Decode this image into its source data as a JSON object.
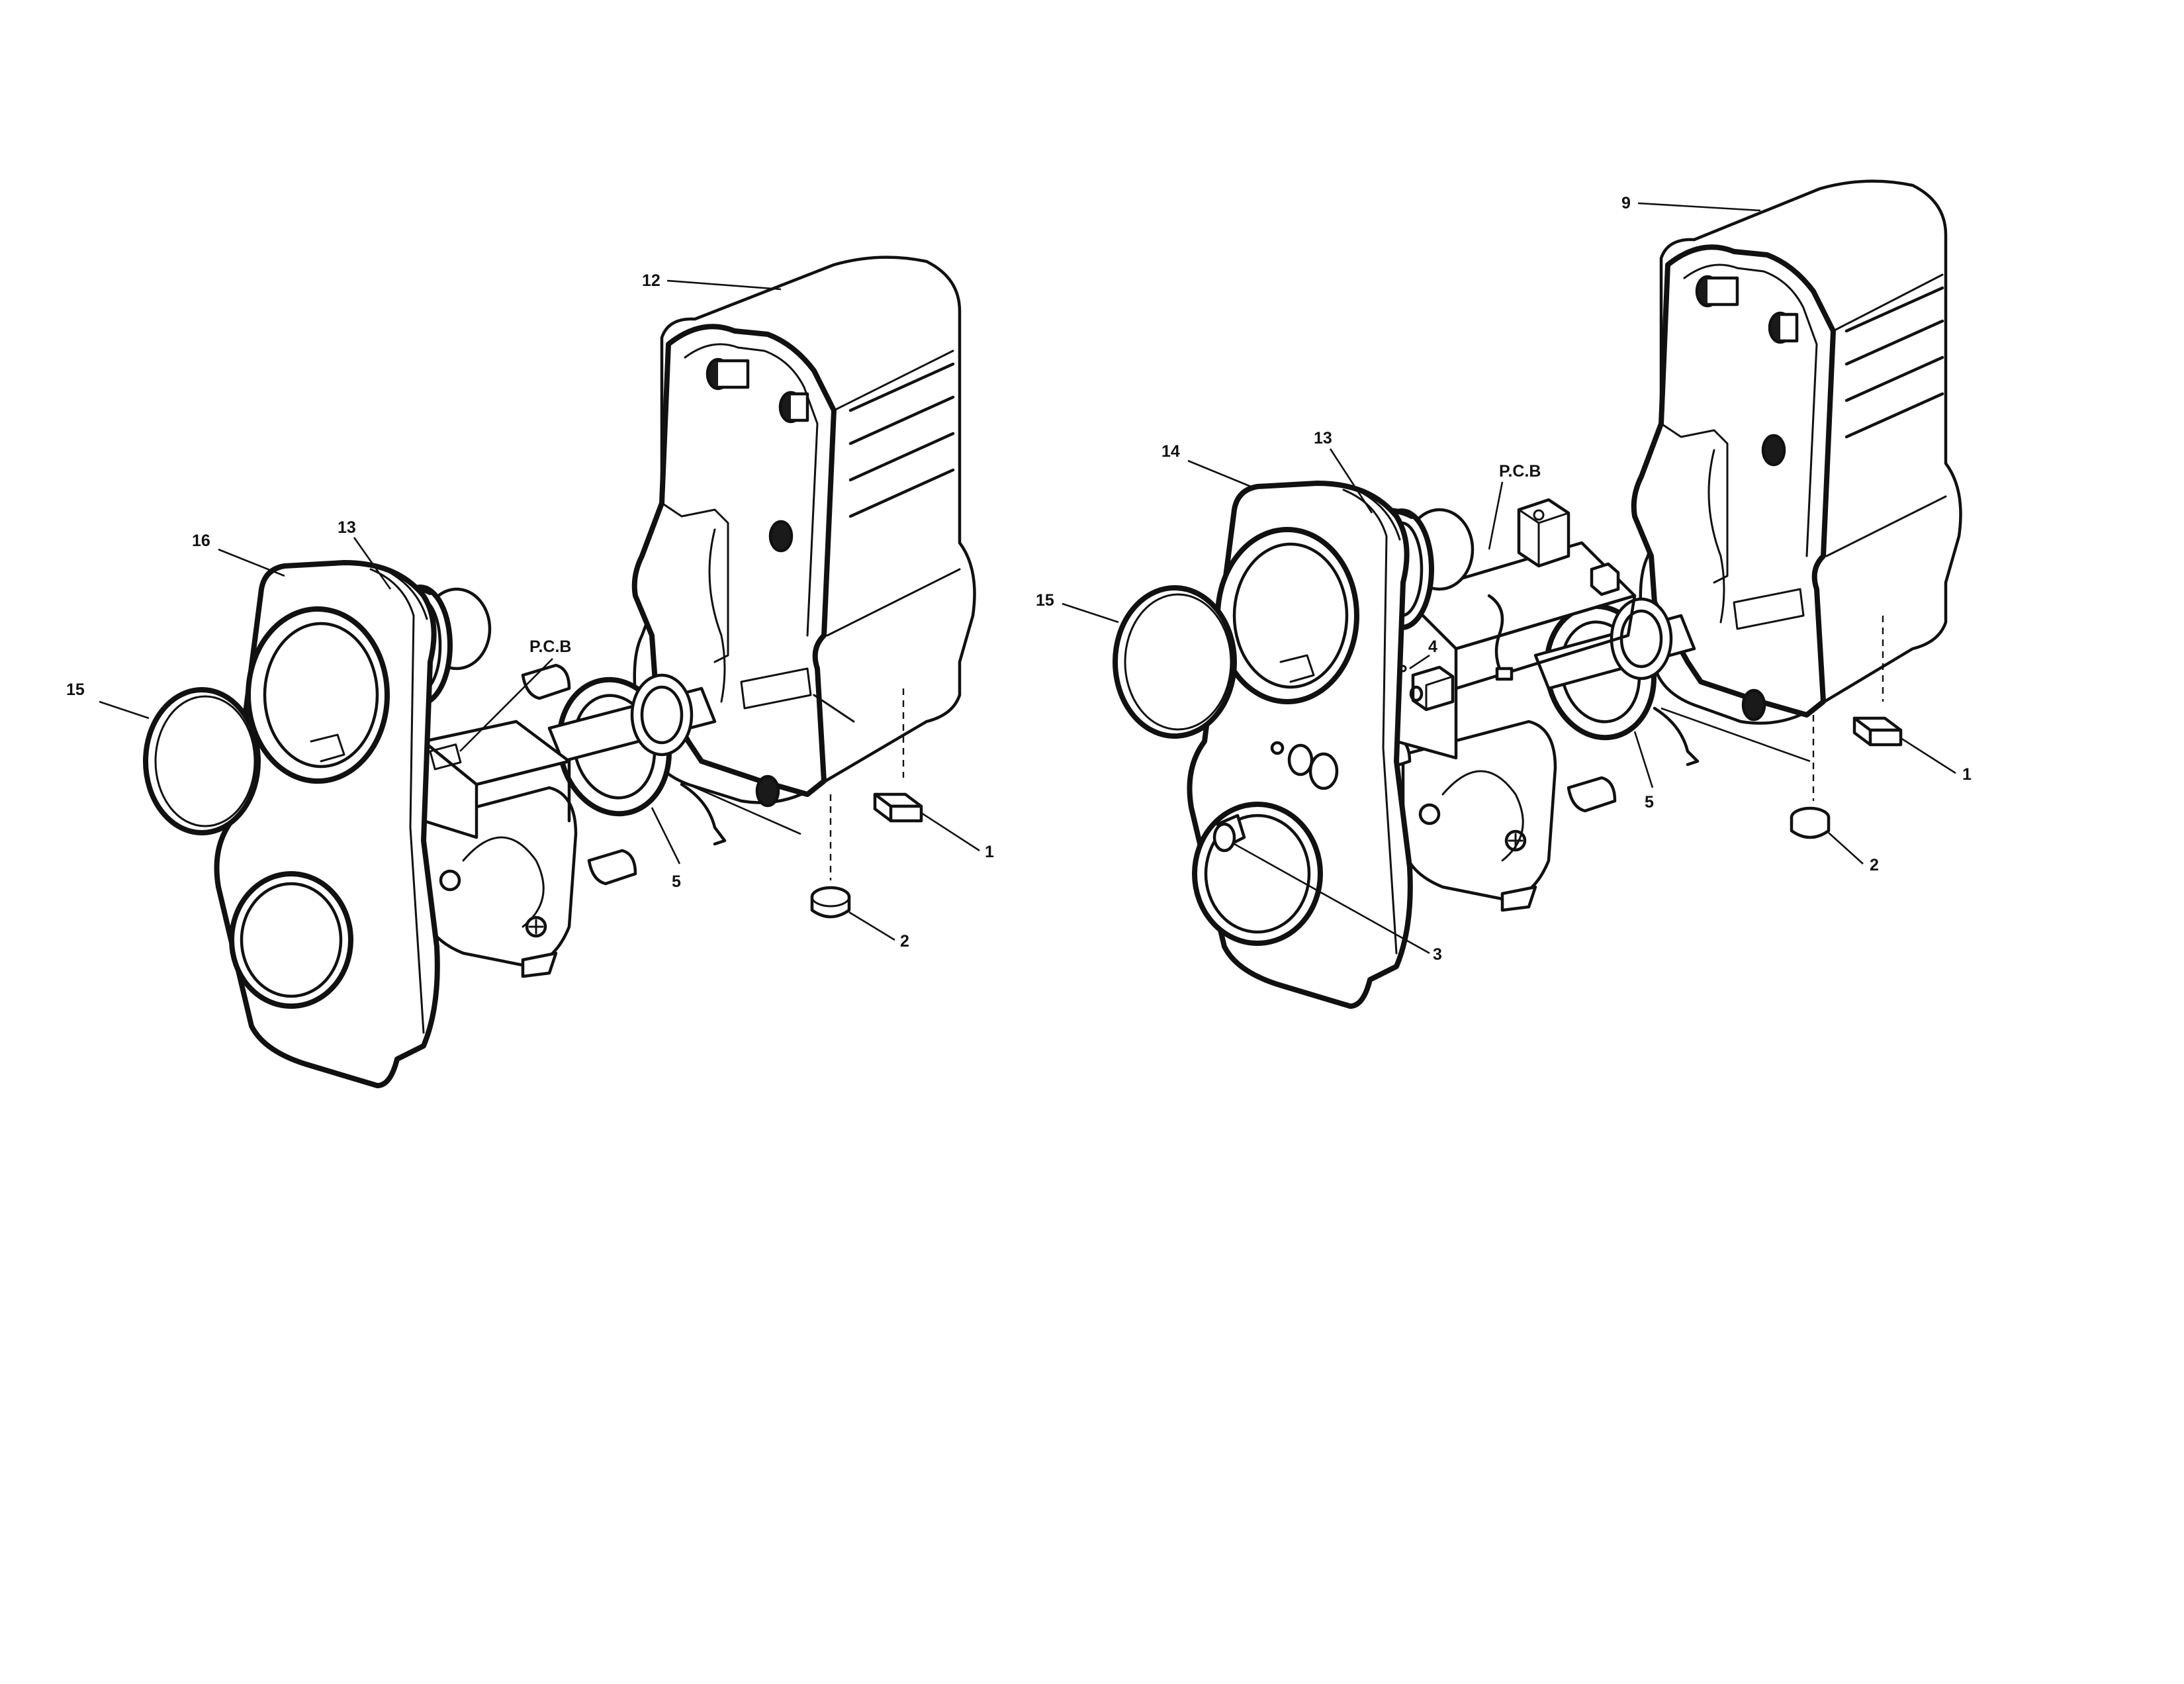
{
  "left_assembly": {
    "callouts": {
      "housing": "12",
      "front_panel": "16",
      "speaker": "13",
      "lens_cover": "15",
      "pcb": "P.C.B",
      "ring": "5",
      "pad": "1",
      "foot": "2"
    }
  },
  "right_assembly": {
    "callouts": {
      "housing": "9",
      "front_panel": "14",
      "speaker": "13",
      "lens_cover": "15",
      "pcb": "P.C.B",
      "connector": "4",
      "ring": "5",
      "pad": "1",
      "foot": "2",
      "knob": "3"
    }
  }
}
